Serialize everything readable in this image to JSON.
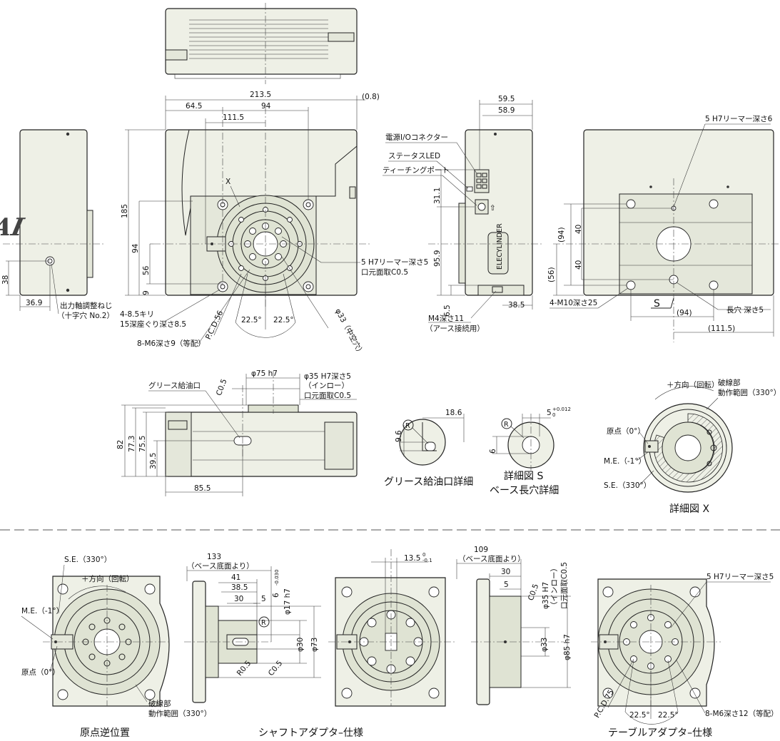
{
  "top_view": {
    "dims": {
      "width_total": "213.5",
      "offset_right": "(0.8)",
      "left_to_axis": "64.5",
      "center_span": "94",
      "to_flange": "111.5"
    },
    "height_dims": {
      "total": "185",
      "axis": "94",
      "lower": "56",
      "bottom": "9"
    },
    "labels": {
      "detail_x_marker": "X",
      "reamer": "5 H7リーマー深さ5",
      "chamfer": "口元面取C0.5",
      "thru_holes": "4-8.5キリ",
      "counterbore": "15深座ぐり深さ8.5",
      "taps": "8-M6深さ9（等配）",
      "pcd": "P.C.D.56",
      "angle_left": "22.5°",
      "angle_right": "22.5°",
      "hollow": "φ33（中空穴）"
    }
  },
  "left_view": {
    "logo": "IAI",
    "dims": {
      "height": "38",
      "width": "36.9"
    },
    "labels": {
      "adjust_screw": "出力軸調整ねじ",
      "adjust_screw_sub": "（十字穴 No.2）"
    }
  },
  "side_view": {
    "dims": {
      "outer": "59.5",
      "inner": "58.9",
      "upper": "31.1",
      "lower": "95.9",
      "bottom": "6.5",
      "base": "38.5"
    },
    "labels": {
      "connector": "電源I/Oコネクター",
      "status_led": "ステータスLED",
      "teaching_port": "ティーチングポート",
      "earth": "M4深さ11",
      "earth_sub": "（アース接続用）",
      "logo_text": "ELECYLINDER"
    }
  },
  "bottom_view": {
    "dims": {
      "h94": "(94)",
      "h40a": "40",
      "h40b": "40",
      "h56": "(56)",
      "w94": "(94)",
      "w111": "(111.5)"
    },
    "labels": {
      "reamer": "5 H7リーマー深さ6",
      "taps": "4-M10深さ25",
      "s_marker": "S",
      "slot": "長穴 深さ5"
    }
  },
  "front_view": {
    "dims": {
      "shaft_dia": "φ75 h7",
      "height_total": "82",
      "h773": "77.3",
      "h755": "75.5",
      "h395": "39.5",
      "width": "85.5"
    },
    "labels": {
      "grease_port": "グリース給油口",
      "chamfer_top": "C0.5",
      "inlow": "φ35 H7深さ5",
      "inlow_sub": "（インロー）",
      "chamfer": "口元面取C0.5"
    }
  },
  "details": {
    "grease": {
      "title": "グリース給油口詳細",
      "d186": "18.6",
      "d96": "9.6",
      "r": "R"
    },
    "s": {
      "title": "詳細図 S",
      "subtitle": "ベース長穴詳細",
      "d5": "5",
      "tol_up": "+0.012",
      "tol_dn": "0",
      "d6": "6",
      "r": "R"
    },
    "x": {
      "title": "詳細図 X",
      "direction": "＋方向（回転）",
      "broken": "破線部",
      "range": "動作範囲（330°）",
      "origin": "原点（0°）",
      "me": "M.E.（-1°）",
      "se": "S.E.（330°）"
    }
  },
  "options": {
    "reverse": {
      "title": "原点逆位置",
      "se": "S.E.（330°）",
      "direction": "＋方向（回転）",
      "me": "M.E.（-1°）",
      "origin": "原点（0°）",
      "broken": "破線部",
      "range": "動作範囲（330°）"
    },
    "shaft": {
      "title": "シャフトアダプタ–仕様",
      "d133": "133",
      "d133_sub": "（ベース底面より）",
      "d41": "41",
      "d385": "38.5",
      "d30": "30",
      "d5": "5",
      "d6": "6",
      "tol_up": "0",
      "tol_dn": "-0.030",
      "d17": "φ17 h7",
      "r": "R",
      "d30dia": "φ30",
      "d73": "φ73",
      "r05": "R0.5",
      "c05": "C0.5"
    },
    "center": {
      "d135": "13.5",
      "tol_up": "0",
      "tol_dn": "-0.1"
    },
    "table": {
      "title": "テーブルアダプタ–仕様",
      "d109": "109",
      "d109_sub": "（ベース底面より）",
      "d30": "30",
      "d5": "5",
      "c05": "C0.5",
      "inlow": "φ35 H7",
      "inlow_sub": "（インロー）",
      "chamfer": "口元面取C0.5",
      "d33": "φ33",
      "d85": "φ85 h7",
      "reamer": "5 H7リーマー深さ5",
      "pcd": "P.C.D.75",
      "angle_left": "22.5°",
      "angle_right": "22.5°",
      "taps": "8-M6深さ12（等配）"
    }
  }
}
